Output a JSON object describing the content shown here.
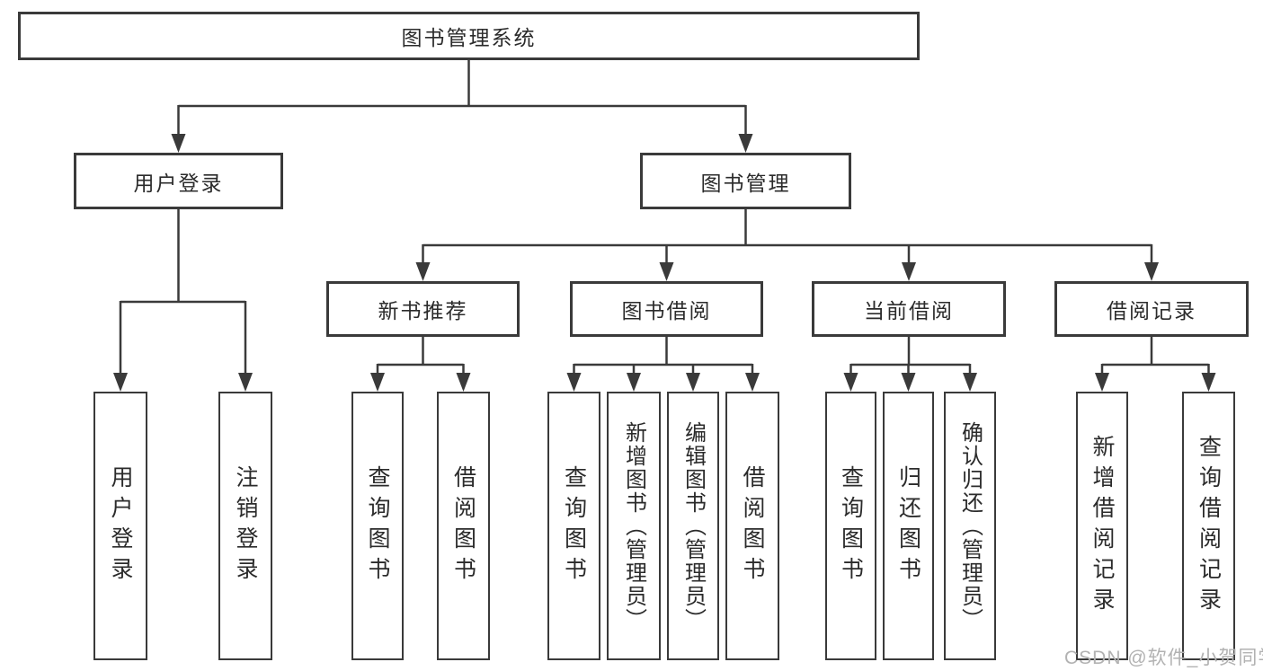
{
  "diagram": {
    "root_label": "图书管理系统",
    "branches": {
      "user_login": {
        "label": "用户登录",
        "children": [
          "用户登录",
          "注销登录"
        ]
      },
      "book_management": {
        "label": "图书管理",
        "children": [
          {
            "label": "新书推荐",
            "children": [
              "查询图书",
              "借阅图书"
            ]
          },
          {
            "label": "图书借阅",
            "children": [
              "查询图书",
              "新增图书（管理员）",
              "编辑图书（管理员）",
              "借阅图书"
            ]
          },
          {
            "label": "当前借阅",
            "children": [
              "查询图书",
              "归还图书",
              "确认归还（管理员）"
            ]
          },
          {
            "label": "借阅记录",
            "children": [
              "新增借阅记录",
              "查询借阅记录"
            ]
          }
        ]
      }
    },
    "watermark": "CSDN @软件_小贺同学",
    "colors": {
      "line": "#3a3a3a",
      "text": "#2b2b2b",
      "watermark": "#b2b2b2",
      "background": "#ffffff"
    }
  }
}
